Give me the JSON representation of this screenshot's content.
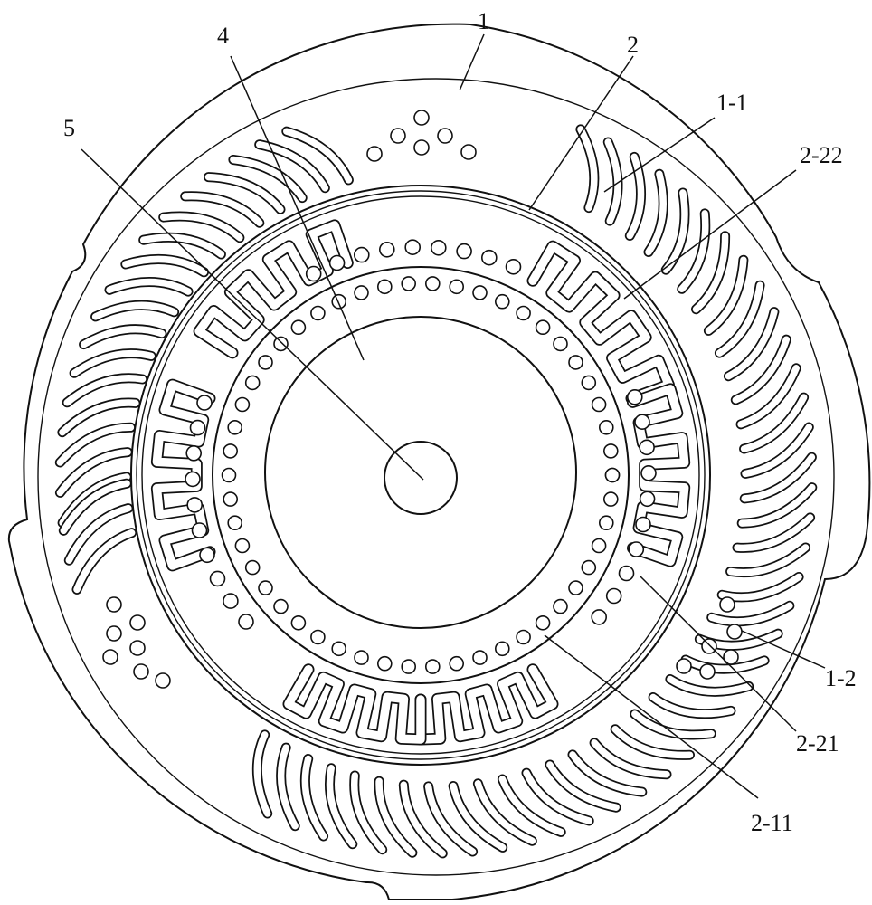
{
  "figure": {
    "labels": [
      {
        "id": "1",
        "text": "1"
      },
      {
        "id": "2",
        "text": "2"
      },
      {
        "id": "4",
        "text": "4"
      },
      {
        "id": "5",
        "text": "5"
      },
      {
        "id": "1-1",
        "text": "1-1"
      },
      {
        "id": "2-22",
        "text": "2-22"
      },
      {
        "id": "1-2",
        "text": "1-2"
      },
      {
        "id": "2-21",
        "text": "2-21"
      },
      {
        "id": "2-11",
        "text": "2-11"
      }
    ]
  }
}
